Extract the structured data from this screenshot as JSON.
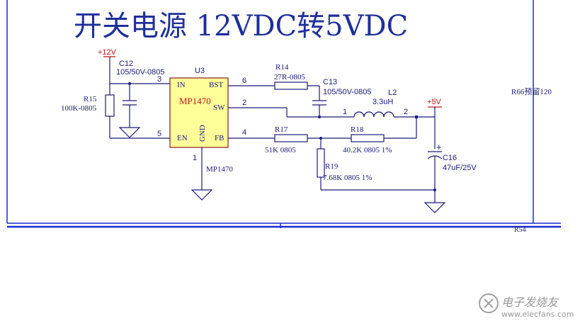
{
  "title": "开关电源 12VDC转5VDC",
  "ic": {
    "ref": "U3",
    "name": "MP1470",
    "part": "MP1470",
    "pins": {
      "in": "IN",
      "bst": "BST",
      "sw": "SW",
      "en": "EN",
      "fb": "FB",
      "gnd": "GND"
    },
    "pin_numbers": {
      "in": "3",
      "bst": "6",
      "sw": "2",
      "en": "5",
      "fb": "4",
      "gnd": "1"
    }
  },
  "power": {
    "vin": "+12V",
    "vout": "+5V"
  },
  "components": {
    "c12": {
      "ref": "C12",
      "value": "105/50V-0805"
    },
    "r15": {
      "ref": "R15",
      "value": "100K-0805"
    },
    "r14": {
      "ref": "R14",
      "value": "27R-0805"
    },
    "c13": {
      "ref": "C13",
      "value": "105/50V-0805"
    },
    "l2": {
      "ref": "L2",
      "value": "3.3uH",
      "pin1": "1",
      "pin2": "2"
    },
    "r17": {
      "ref": "R17",
      "value": "51K  0805"
    },
    "r18": {
      "ref": "R18",
      "value": "40.2K  0805  1%"
    },
    "r19": {
      "ref": "R19",
      "value": "7.68K  0805  1%"
    },
    "c16": {
      "ref": "C16",
      "value": "47uF/25V"
    }
  },
  "side_note": "R66预留120",
  "bottom_ref": "R54",
  "watermark": {
    "brand": "电子发烧友",
    "url": "www.elecfans.com"
  },
  "colors": {
    "wire": "#1a1a7a",
    "frame": "#1a2ad0",
    "ic_fill": "#ffff99",
    "power_label": "#c01818",
    "title": "#1f2f9a"
  }
}
